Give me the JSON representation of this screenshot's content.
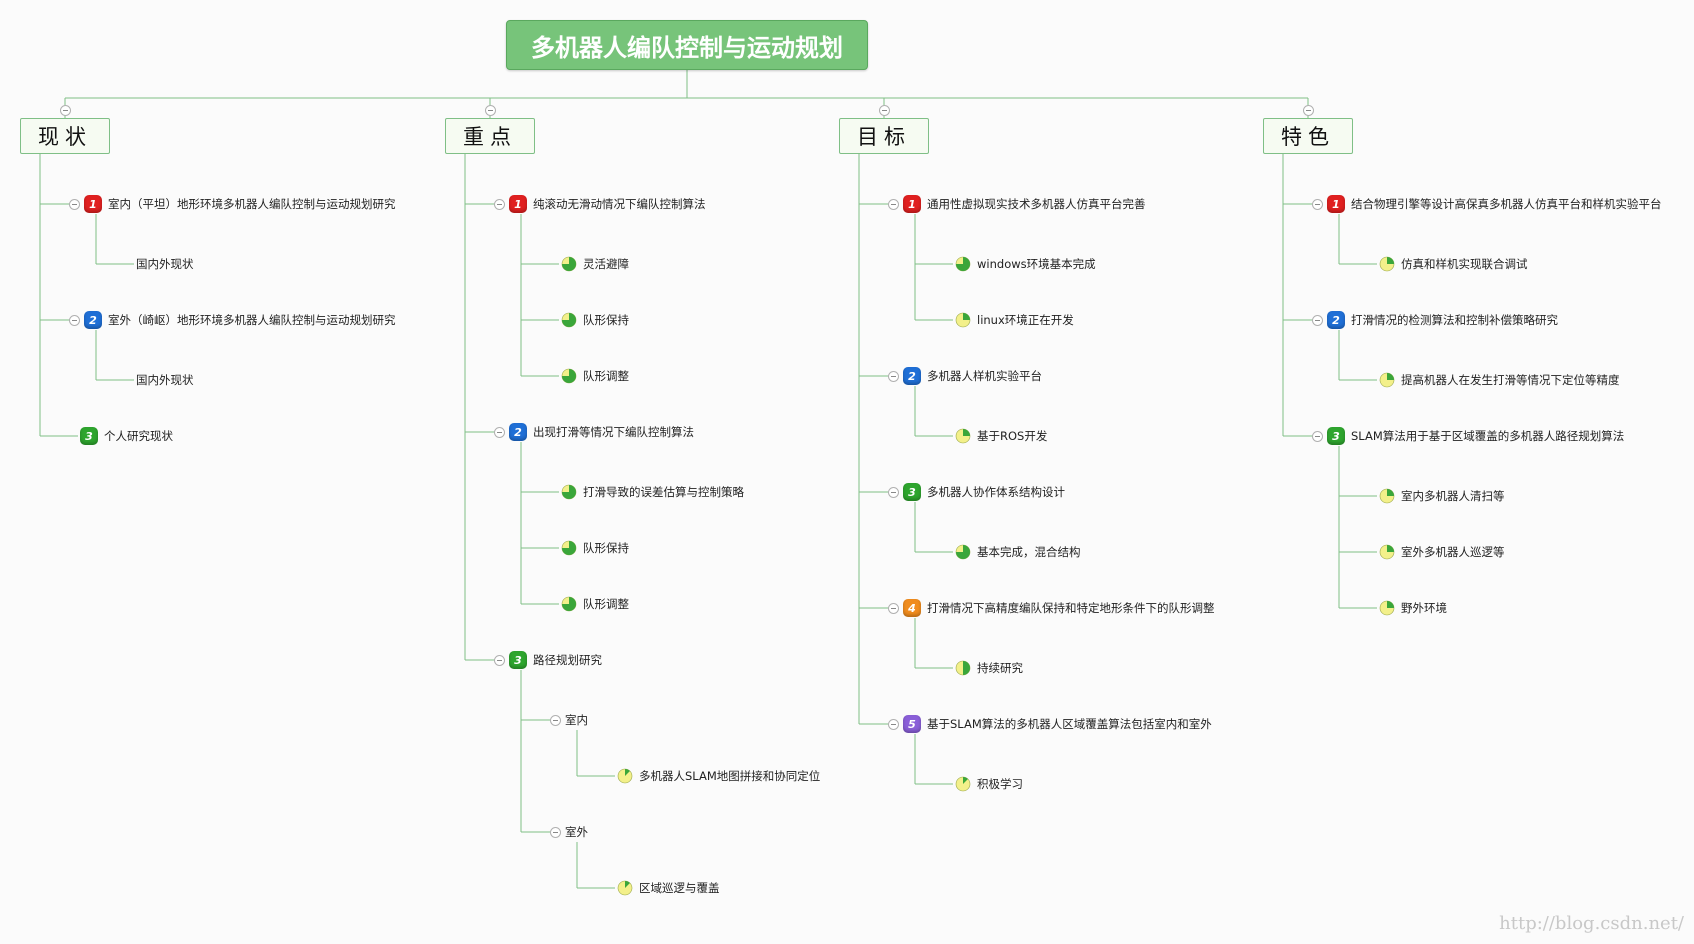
{
  "root": {
    "label": "多机器人编队控制与运动规划"
  },
  "watermark": "http://blog.csdn.net/",
  "colors": {
    "priority_1": "#e02020",
    "priority_2": "#1f6fd6",
    "priority_3": "#2ea52e",
    "priority_4": "#f08c1e",
    "priority_5": "#8a5fd8",
    "connector": "#7fbf86",
    "progress_fill": "#3aa63a",
    "progress_bg": "#f3f08a"
  },
  "columns": [
    {
      "label": "现状",
      "children": [
        {
          "label": "室内（平坦）地形环境多机器人编队控制与运动规划研究",
          "priority": 1,
          "children": [
            {
              "label": "国内外现状"
            }
          ]
        },
        {
          "label": "室外（崎岖）地形环境多机器人编队控制与运动规划研究",
          "priority": 2,
          "children": [
            {
              "label": "国内外现状"
            }
          ]
        },
        {
          "label": "个人研究现状",
          "priority": 3,
          "children": []
        }
      ]
    },
    {
      "label": "重点",
      "children": [
        {
          "label": "纯滚动无滑动情况下编队控制算法",
          "priority": 1,
          "children": [
            {
              "label": "灵活避障",
              "progress": 0.75
            },
            {
              "label": "队形保持",
              "progress": 0.75
            },
            {
              "label": "队形调整",
              "progress": 0.75
            }
          ]
        },
        {
          "label": "出现打滑等情况下编队控制算法",
          "priority": 2,
          "children": [
            {
              "label": "打滑导致的误差估算与控制策略",
              "progress": 0.75
            },
            {
              "label": "队形保持",
              "progress": 0.75
            },
            {
              "label": "队形调整",
              "progress": 0.75
            }
          ]
        },
        {
          "label": "路径规划研究",
          "priority": 3,
          "children": [
            {
              "label": "室内",
              "children": [
                {
                  "label": "多机器人SLAM地图拼接和协同定位",
                  "progress": 0.125
                }
              ]
            },
            {
              "label": "室外",
              "children": [
                {
                  "label": "区域巡逻与覆盖",
                  "progress": 0.125
                }
              ]
            }
          ]
        }
      ]
    },
    {
      "label": "目标",
      "children": [
        {
          "label": "通用性虚拟现实技术多机器人仿真平台完善",
          "priority": 1,
          "children": [
            {
              "label": "windows环境基本完成",
              "progress": 0.75
            },
            {
              "label": "linux环境正在开发",
              "progress": 0.25
            }
          ]
        },
        {
          "label": "多机器人样机实验平台",
          "priority": 2,
          "children": [
            {
              "label": "基于ROS开发",
              "progress": 0.25
            }
          ]
        },
        {
          "label": "多机器人协作体系结构设计",
          "priority": 3,
          "children": [
            {
              "label": "基本完成，混合结构",
              "progress": 0.75
            }
          ]
        },
        {
          "label": "打滑情况下高精度编队保持和特定地形条件下的队形调整",
          "priority": 4,
          "children": [
            {
              "label": "持续研究",
              "progress": 0.5
            }
          ]
        },
        {
          "label": "基于SLAM算法的多机器人区域覆盖算法包括室内和室外",
          "priority": 5,
          "children": [
            {
              "label": "积极学习",
              "progress": 0.125
            }
          ]
        }
      ]
    },
    {
      "label": "特色",
      "children": [
        {
          "label": "结合物理引擎等设计高保真多机器人仿真平台和样机实验平台",
          "priority": 1,
          "children": [
            {
              "label": "仿真和样机实现联合调试",
              "progress": 0.25
            }
          ]
        },
        {
          "label": "打滑情况的检测算法和控制补偿策略研究",
          "priority": 2,
          "children": [
            {
              "label": "提高机器人在发生打滑等情况下定位等精度",
              "progress": 0.25
            }
          ]
        },
        {
          "label": "SLAM算法用于基于区域覆盖的多机器人路径规划算法",
          "priority": 3,
          "children": [
            {
              "label": "室内多机器人清扫等",
              "progress": 0.25
            },
            {
              "label": "室外多机器人巡逻等",
              "progress": 0.25
            },
            {
              "label": "野外环境",
              "progress": 0.25
            }
          ]
        }
      ]
    }
  ]
}
